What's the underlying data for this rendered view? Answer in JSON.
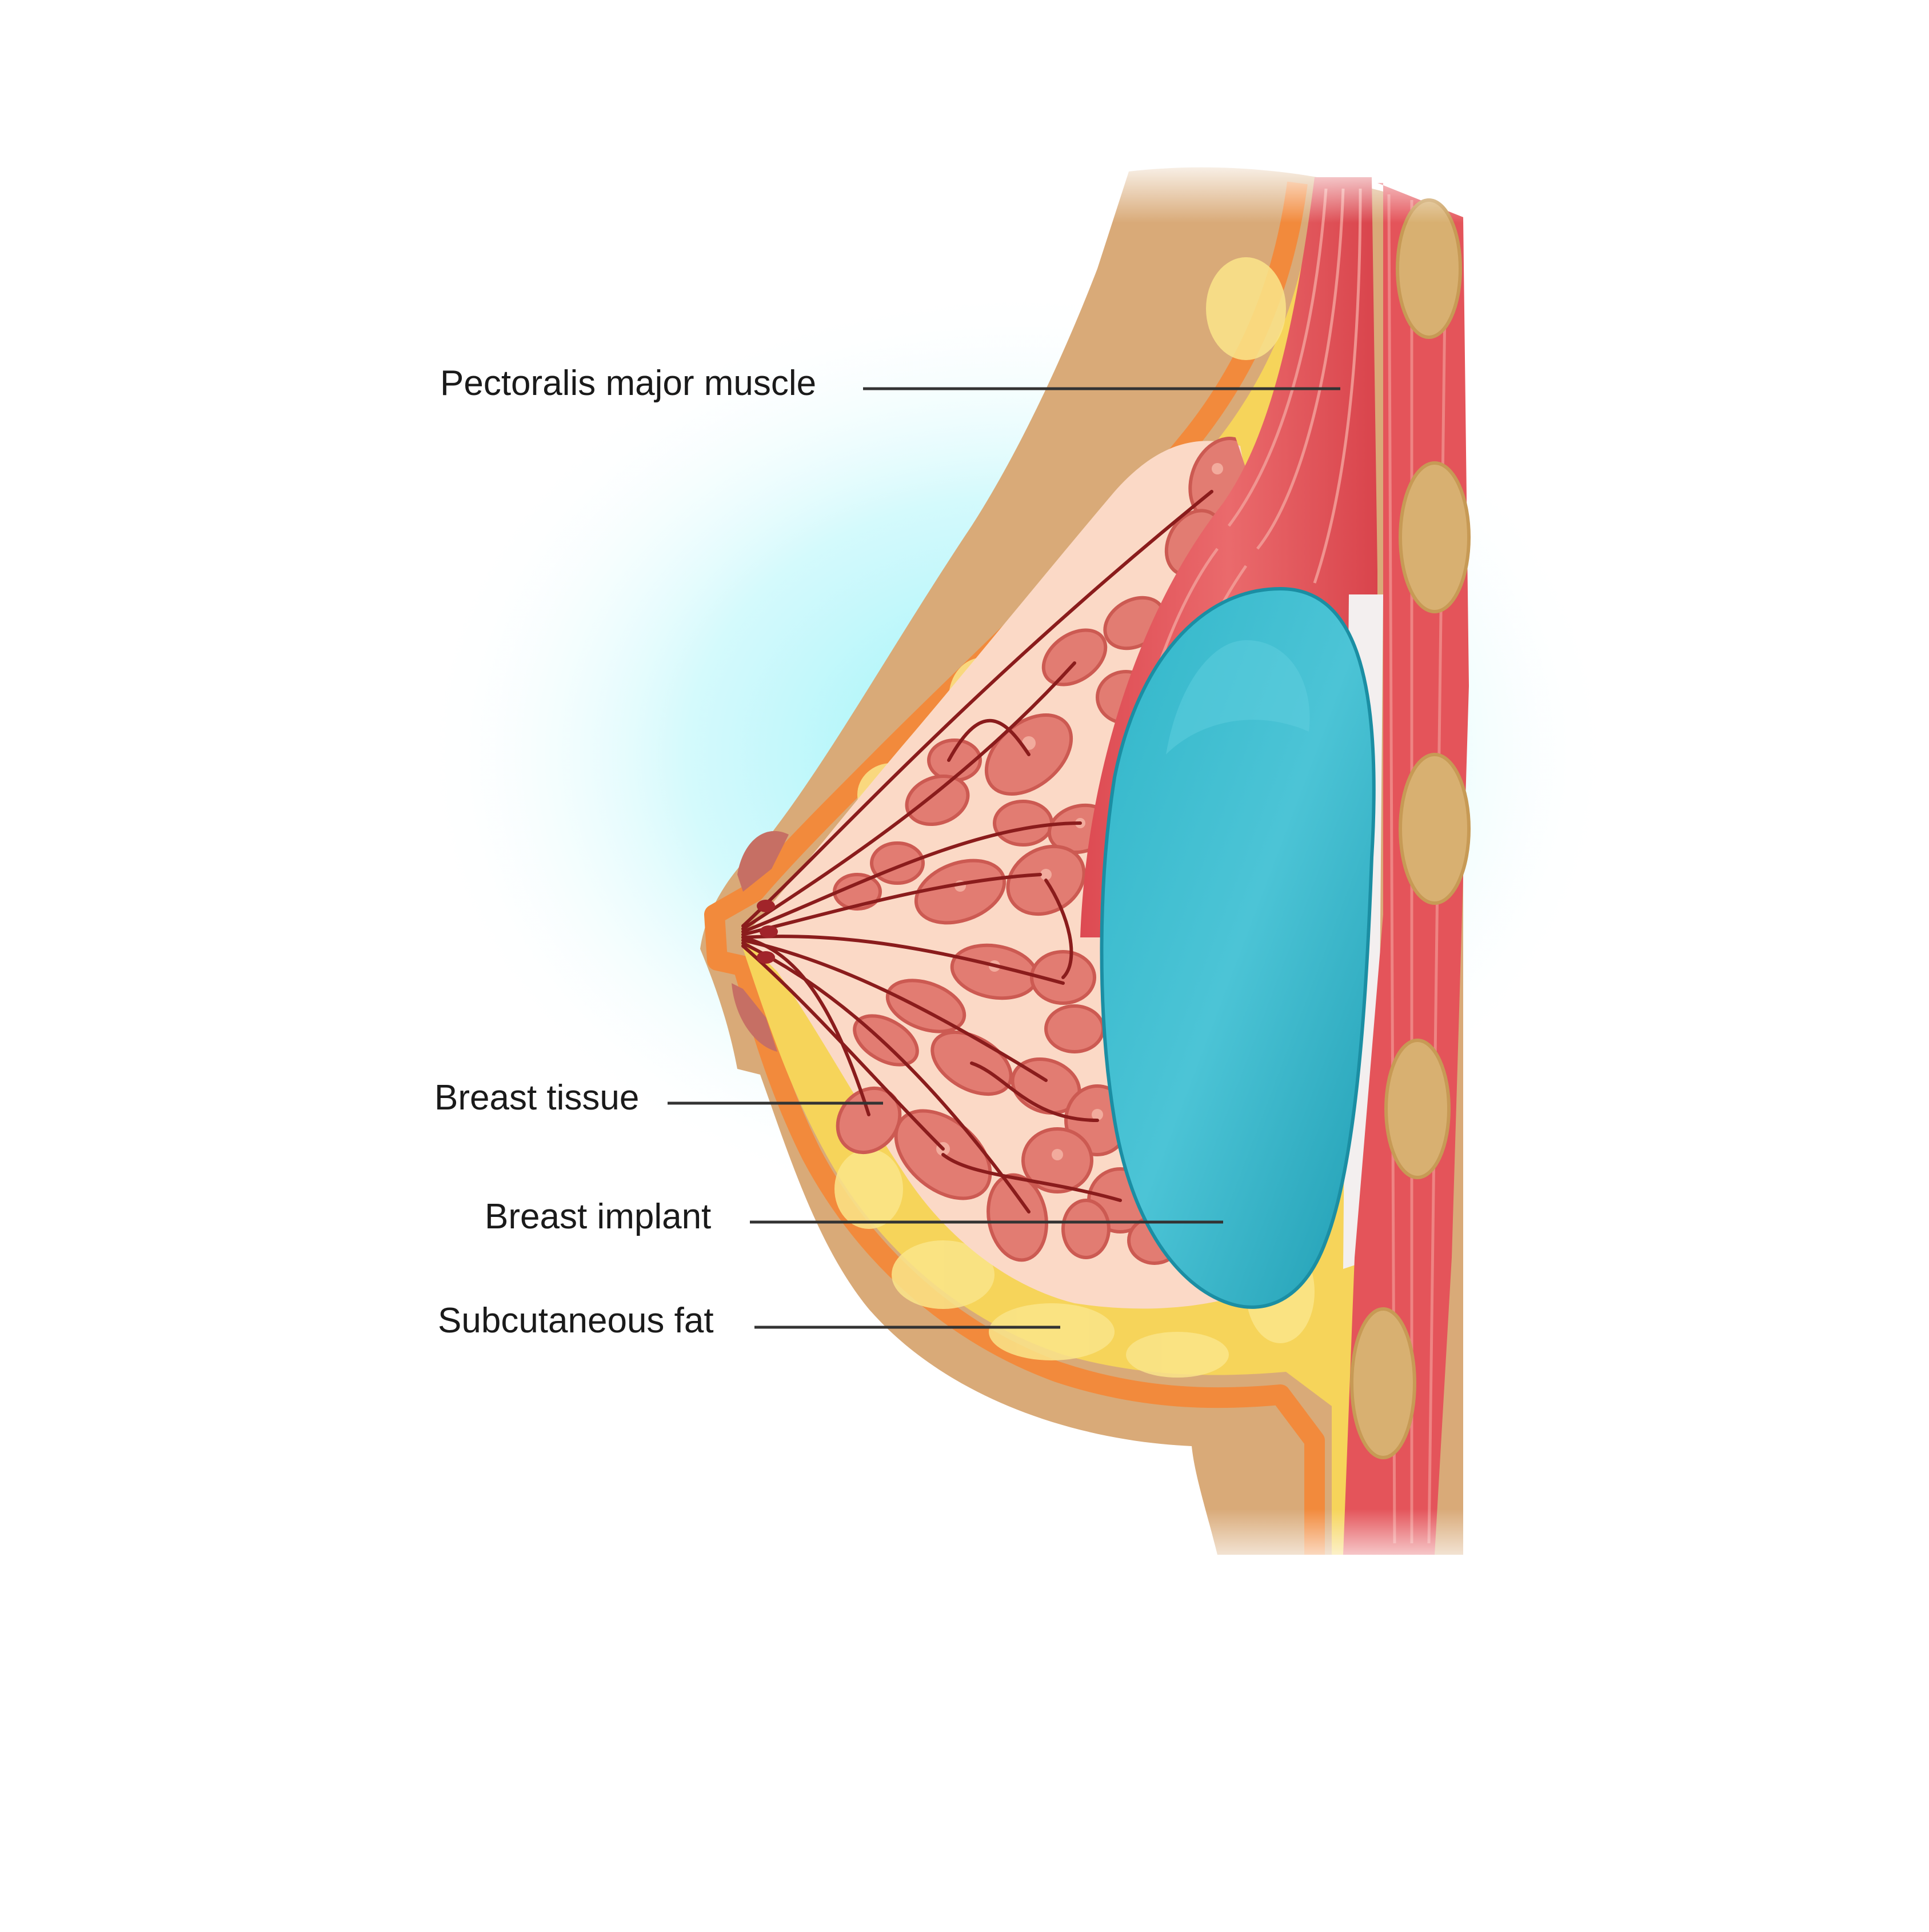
{
  "diagram": {
    "labels": [
      {
        "id": "pectoralis",
        "text": "Pectoralis major muscle"
      },
      {
        "id": "tissue",
        "text": "Breast tissue"
      },
      {
        "id": "implant",
        "text": "Breast implant"
      },
      {
        "id": "fat",
        "text": "Subcutaneous fat"
      }
    ],
    "colors": {
      "glow": "#8ff2f8",
      "skin": "#d9aa78",
      "skin_edge": "#c7935f",
      "dermis": "#f28a3c",
      "fat": "#f6d45a",
      "fat_light": "#fae58a",
      "tissue_bg": "#fbd9c6",
      "lobule": "#e27c72",
      "lobule_dark": "#cc5a52",
      "duct": "#8a1c1c",
      "muscle": "#e4545a",
      "muscle_light": "#f08a88",
      "implant": "#2aaec4",
      "implant_light": "#5fd0de",
      "rib": "#d8b071",
      "areola": "#c66f64",
      "leader": "#333333"
    }
  }
}
